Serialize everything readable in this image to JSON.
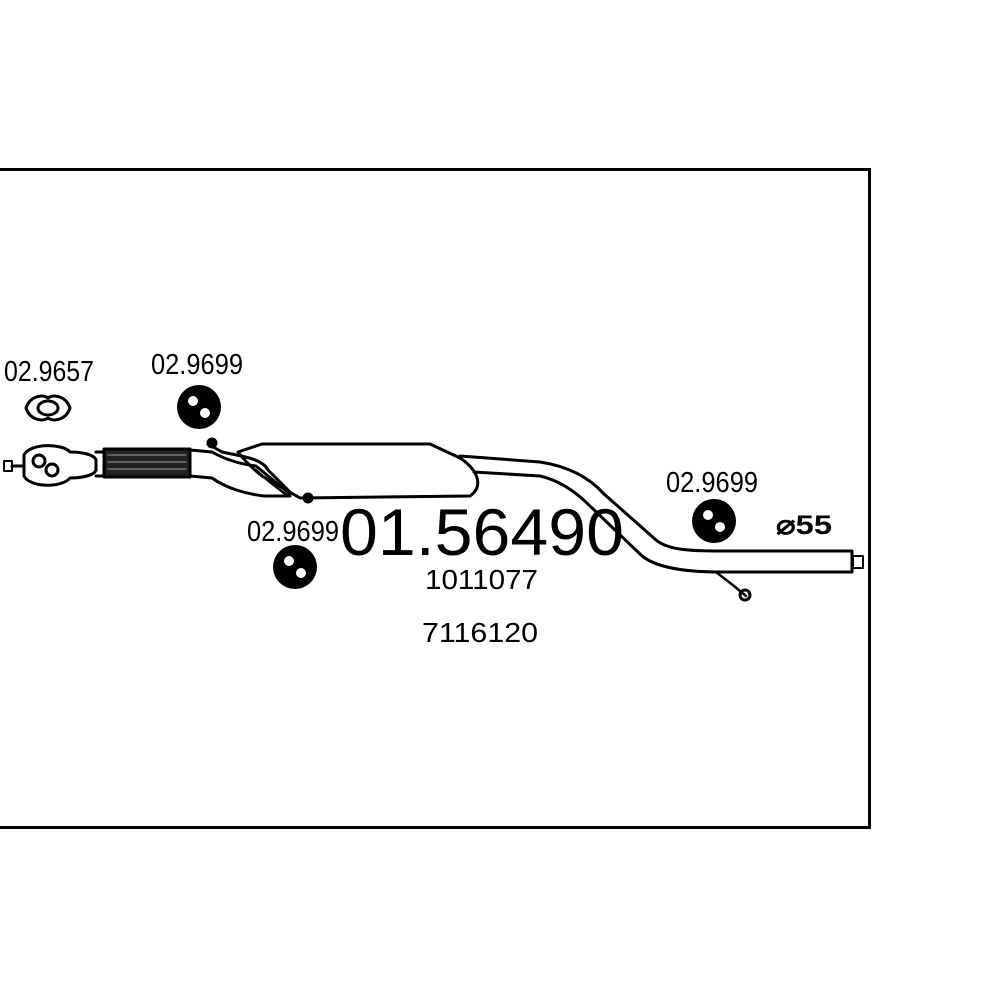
{
  "main_part_number": "01.56490",
  "reference_numbers": [
    "1011077",
    "7116120"
  ],
  "diameter_label": "⌀55",
  "components": [
    {
      "part": "02.9657",
      "icon": "gasket-icon"
    },
    {
      "part": "02.9699",
      "icon": "rubber-mount-icon"
    },
    {
      "part": "02.9699",
      "icon": "rubber-mount-icon"
    },
    {
      "part": "02.9699",
      "icon": "rubber-mount-icon"
    }
  ],
  "colors": {
    "line": "#000000",
    "background": "#ffffff"
  }
}
